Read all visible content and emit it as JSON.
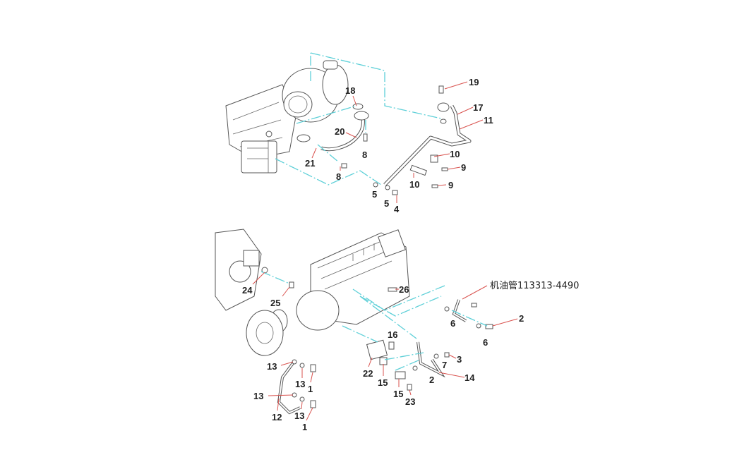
{
  "title": "Turbocharger and injection pump oil pipe parts diagram",
  "colors": {
    "leader": "#d9534f",
    "guide": "#5fd0d8",
    "ink": "#555555"
  },
  "top_callouts": [
    "19",
    "18",
    "17",
    "11",
    "20",
    "8",
    "10",
    "21",
    "9",
    "8",
    "10",
    "9",
    "5",
    "5",
    "4"
  ],
  "bottom_callouts": [
    "24",
    "25",
    "26",
    "6",
    "2",
    "6",
    "16",
    "3",
    "7",
    "13",
    "22",
    "2",
    "14",
    "15",
    "13",
    "1",
    "13",
    "15",
    "23",
    "12",
    "13",
    "1"
  ],
  "oil_pipe_label": "机油管113313-4490"
}
